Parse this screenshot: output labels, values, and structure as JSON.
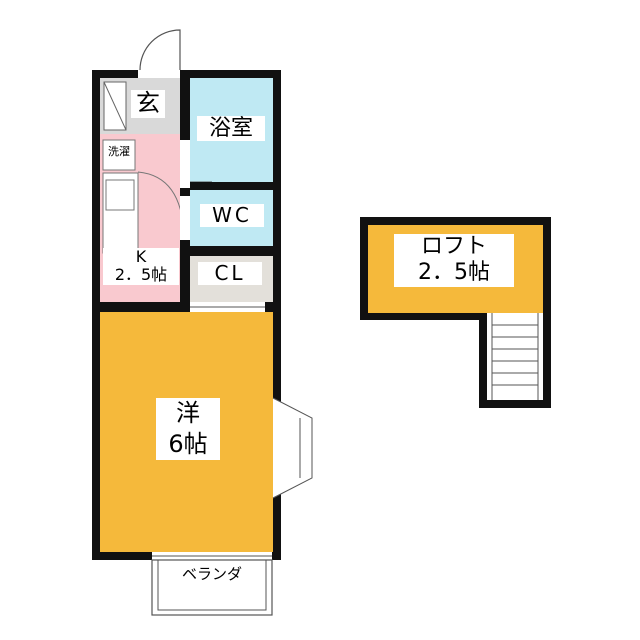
{
  "rooms": {
    "genkan": "玄",
    "bath": "浴室",
    "wc": "WC",
    "cl": "CL",
    "washer": "洗濯",
    "kitchen_name": "K",
    "kitchen_size": "2．5帖",
    "western_name": "洋",
    "western_size": "6帖",
    "loft_name": "ロフト",
    "loft_size": "2．5帖",
    "balcony": "ベランダ"
  },
  "colors": {
    "wall": "#111111",
    "kitchen": "#f9c9cf",
    "bath": "#bfe9f3",
    "western": "#f5b93b",
    "closet": "#e3e0da",
    "genkan": "#d9d9d9"
  }
}
